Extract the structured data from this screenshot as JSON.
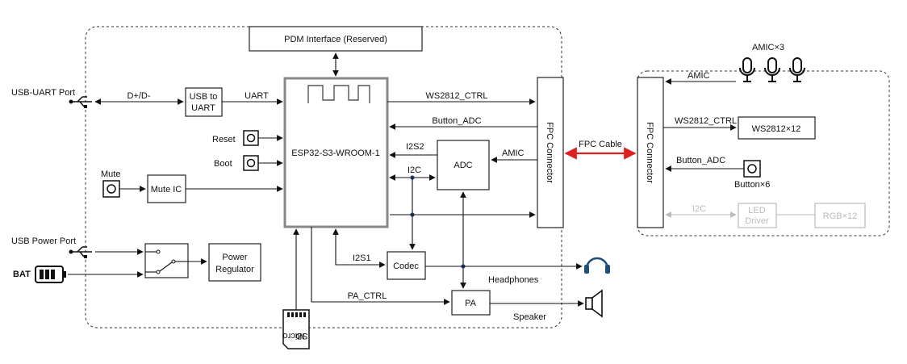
{
  "blocks": {
    "pdm": "PDM Interface (Reserved)",
    "mcu": "ESP32-S3-WROOM-1",
    "usb_uart_1": "USB to",
    "usb_uart_2": "UART",
    "mute_ic": "Mute IC",
    "adc": "ADC",
    "codec": "Codec",
    "pa": "PA",
    "power_1": "Power",
    "power_2": "Regulator",
    "fpc_left": "FPC Connector",
    "fpc_right": "FPC Connector",
    "ws2812": "WS2812×12",
    "led_1": "LED",
    "led_2": "Driver",
    "rgb": "RGB×12",
    "microsd_1": "Micro",
    "microsd_2": "SD"
  },
  "labels": {
    "usb_uart_port": "USB-UART Port",
    "usb_power_port": "USB Power Port",
    "bat": "BAT",
    "reset": "Reset",
    "boot": "Boot",
    "mute": "Mute",
    "amic_x3": "AMIC×3",
    "button_x6": "Button×6",
    "headphones": "Headphones",
    "speaker": "Speaker"
  },
  "signals": {
    "dpdm": "D+/D-",
    "uart": "UART",
    "ws2812_ctrl": "WS2812_CTRL",
    "button_adc": "Button_ADC",
    "i2s2": "I2S2",
    "i2c": "I2C",
    "amic": "AMIC",
    "i2s1": "I2S1",
    "pa_ctrl": "PA_CTRL",
    "fpc_cable": "FPC Cable",
    "r_amic": "AMIC",
    "r_ws2812_ctrl": "WS2812_CTRL",
    "r_button_adc": "Button_ADC",
    "r_i2c": "I2C"
  },
  "colors": {
    "fpc_cable": "#e02020",
    "headphones_icon": "#1f4e79",
    "disabled": "#bbbbbb"
  }
}
